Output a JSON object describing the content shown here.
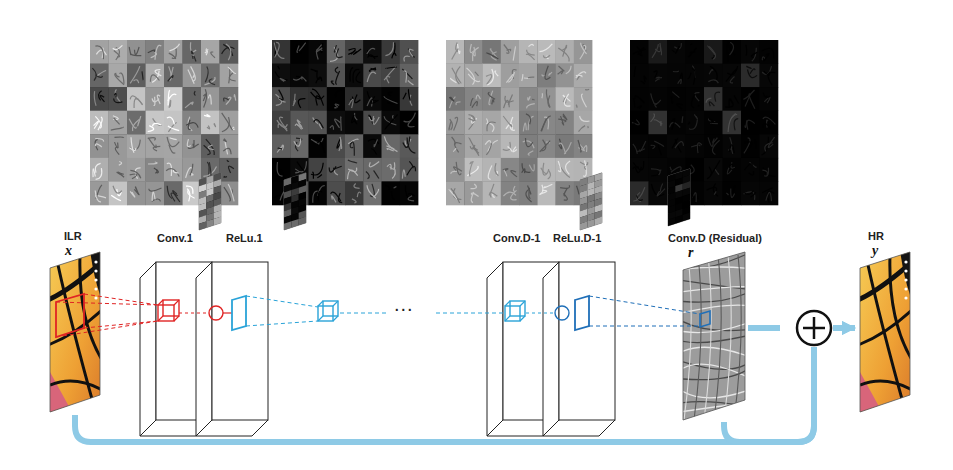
{
  "diagram": {
    "nodes": [
      {
        "text": [
          "ILR",
          "x"
        ]
      },
      {
        "text": [
          "Conv.1"
        ]
      },
      {
        "text": [
          "ReLu.1"
        ]
      },
      {
        "text": [
          "Conv.D-1"
        ]
      },
      {
        "text": [
          "ReLu.D-1"
        ]
      },
      {
        "text": [
          "Conv.D (Residual)",
          "r"
        ]
      },
      {
        "text": [
          "HR",
          "y"
        ]
      }
    ],
    "edges": [
      {
        "from": 0,
        "to": 6,
        "arrow": "to"
      },
      {
        "from": 5,
        "to": 6,
        "arrow": "to"
      }
    ],
    "labels": [
      "..."
    ]
  }
}
